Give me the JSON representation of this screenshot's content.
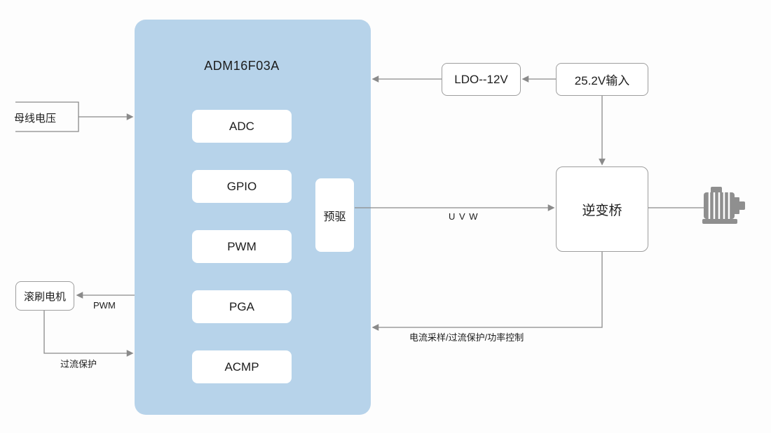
{
  "colors": {
    "background": "#fdfdfd",
    "chip_fill": "#b7d3ea",
    "box_fill": "#ffffff",
    "box_border": "#9e9e9e",
    "line": "#8a8a8a",
    "text": "#1c1c1c",
    "motor_icon": "#8f8f8f"
  },
  "chip": {
    "title": "ADM16F03A",
    "modules": [
      "ADC",
      "GPIO",
      "PWM",
      "PGA",
      "ACMP"
    ],
    "predriver_label": "预驱"
  },
  "blocks": {
    "ldo_label": "LDO--12V",
    "power_input_label": "25.2V输入",
    "inverter_label": "逆变桥",
    "brush_motor_label": "滚刷电机"
  },
  "connection_labels": {
    "bus_voltage": "母线电压",
    "pwm": "PWM",
    "overcurrent": "过流保护",
    "uvw": "U V W",
    "feedback": "电流采样/过流保护/功率控制"
  },
  "icons": {
    "motor": "motor-icon"
  }
}
